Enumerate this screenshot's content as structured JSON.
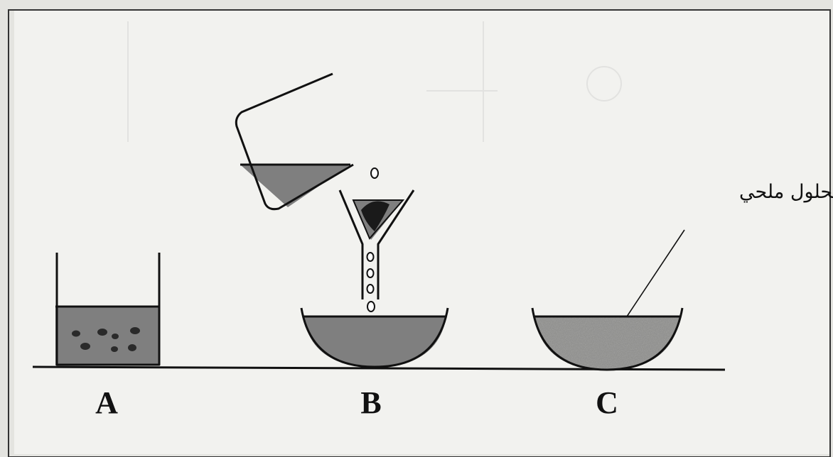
{
  "labels": {
    "a": "A",
    "b": "B",
    "c": "C",
    "salt_solution": "محلول ملحي"
  },
  "colors": {
    "paper": "#f2f2ef",
    "outer_background": "#e4e4e0",
    "liquid": "#7f7f7f",
    "liquid_c": "#8d8d8b",
    "particle": "#2a2a2a",
    "outline": "#111111"
  },
  "icons": {
    "a": "beaker-with-suspended-particles-icon",
    "b": "filtration-setup-icon",
    "c": "evaporating-dish-icon"
  }
}
